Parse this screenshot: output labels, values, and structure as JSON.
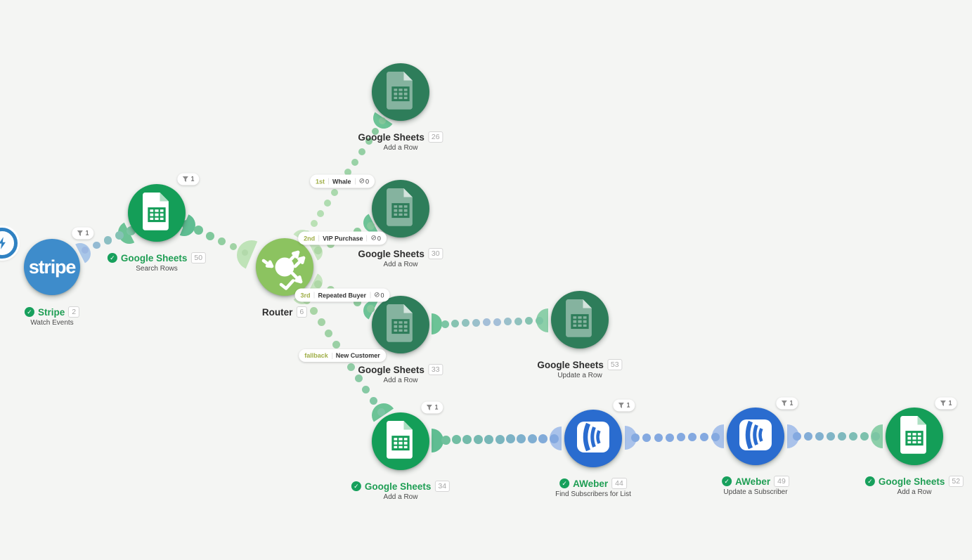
{
  "colors": {
    "background": "#f4f5f3",
    "google_sheets_active": "#149e58",
    "google_sheets_inactive": "#2e7d5a",
    "router_green": "#8cc360",
    "stripe_blue": "#3e8ccb",
    "aweber_blue": "#2a6ccf",
    "verified_green": "#1f9e54",
    "dot_green": "#7cc5a4",
    "dot_blue": "#84a9e0"
  },
  "nodes": [
    {
      "id": "stripe",
      "app": "Stripe",
      "label": "Stripe",
      "sublabel": "Watch Events",
      "badge": "2",
      "verified": true,
      "instant": true,
      "logo_text": "stripe"
    },
    {
      "id": "sheets-50",
      "app": "Google Sheets",
      "label": "Google Sheets",
      "sublabel": "Search Rows",
      "badge": "50",
      "verified": true
    },
    {
      "id": "router-6",
      "app": "Router",
      "label": "Router",
      "sublabel": "",
      "badge": "6",
      "verified": false
    },
    {
      "id": "sheets-26",
      "app": "Google Sheets",
      "label": "Google Sheets",
      "sublabel": "Add a Row",
      "badge": "26",
      "verified": false
    },
    {
      "id": "sheets-30",
      "app": "Google Sheets",
      "label": "Google Sheets",
      "sublabel": "Add a Row",
      "badge": "30",
      "verified": false
    },
    {
      "id": "sheets-33",
      "app": "Google Sheets",
      "label": "Google Sheets",
      "sublabel": "Add a Row",
      "badge": "33",
      "verified": false
    },
    {
      "id": "sheets-53",
      "app": "Google Sheets",
      "label": "Google Sheets",
      "sublabel": "Update a Row",
      "badge": "53",
      "verified": false
    },
    {
      "id": "sheets-34",
      "app": "Google Sheets",
      "label": "Google Sheets",
      "sublabel": "Add a Row",
      "badge": "34",
      "verified": true
    },
    {
      "id": "aweber-44",
      "app": "AWeber",
      "label": "AWeber",
      "sublabel": "Find Subscribers for List",
      "badge": "44",
      "verified": true
    },
    {
      "id": "aweber-49",
      "app": "AWeber",
      "label": "AWeber",
      "sublabel": "Update a Subscriber",
      "badge": "49",
      "verified": true
    },
    {
      "id": "sheets-52",
      "app": "Google Sheets",
      "label": "Google Sheets",
      "sublabel": "Add a Row",
      "badge": "52",
      "verified": true
    }
  ],
  "routes": [
    {
      "order": "1st",
      "name": "Whale",
      "unprocessed": "0"
    },
    {
      "order": "2nd",
      "name": "VIP Purchase",
      "unprocessed": "0"
    },
    {
      "order": "3rd",
      "name": "Repeated Buyer",
      "unprocessed": "0"
    },
    {
      "order": "fallback",
      "name": "New Customer"
    }
  ],
  "filters": [
    {
      "count": "1"
    },
    {
      "count": "1"
    },
    {
      "count": "1"
    },
    {
      "count": "1"
    },
    {
      "count": "1"
    },
    {
      "count": "1"
    }
  ],
  "connections": [
    {
      "from": "stripe",
      "to": "sheets-50"
    },
    {
      "from": "sheets-50",
      "to": "router-6"
    },
    {
      "from": "router-6",
      "to": "sheets-26",
      "route": "Whale"
    },
    {
      "from": "router-6",
      "to": "sheets-30",
      "route": "VIP Purchase"
    },
    {
      "from": "router-6",
      "to": "sheets-33",
      "route": "Repeated Buyer"
    },
    {
      "from": "router-6",
      "to": "sheets-34",
      "route": "New Customer"
    },
    {
      "from": "sheets-33",
      "to": "sheets-53"
    },
    {
      "from": "sheets-34",
      "to": "aweber-44"
    },
    {
      "from": "aweber-44",
      "to": "aweber-49"
    },
    {
      "from": "aweber-49",
      "to": "sheets-52"
    }
  ]
}
